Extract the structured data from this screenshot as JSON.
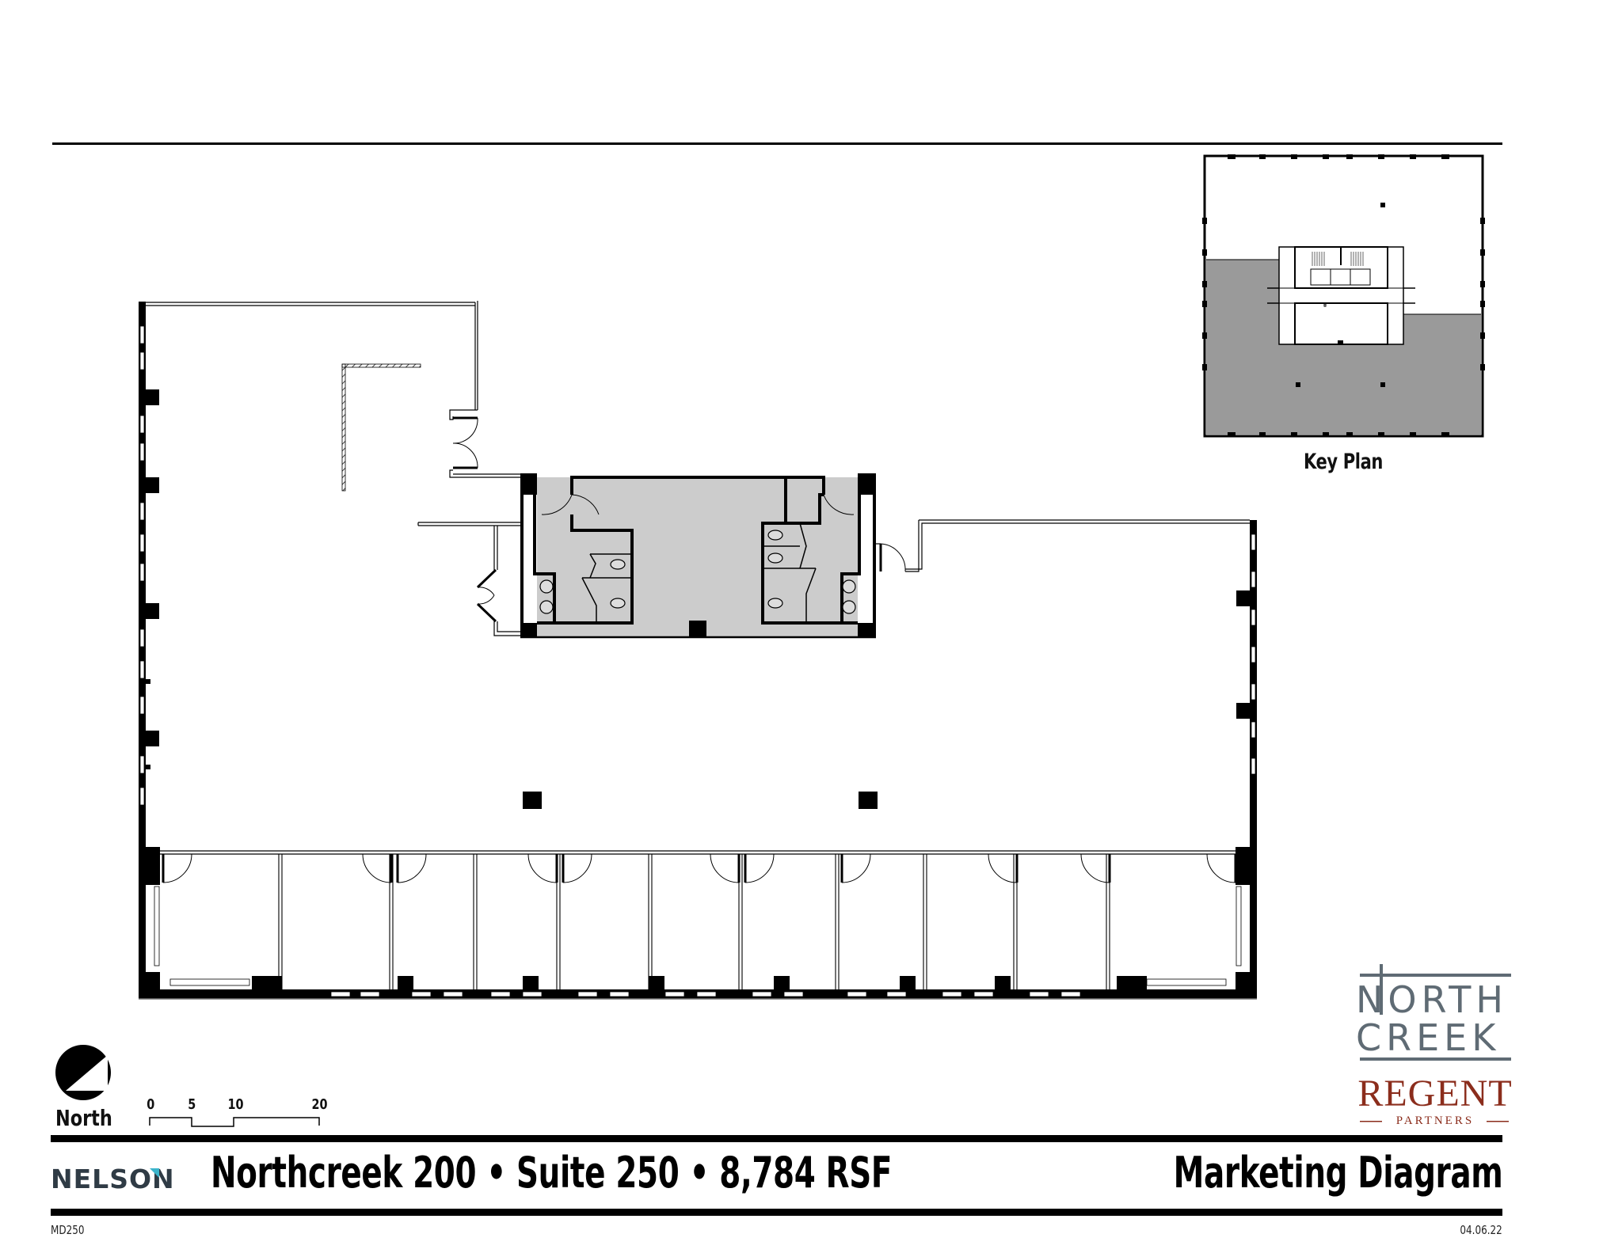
{
  "sheet": {
    "title": "Northcreek 200 • Suite 250 • 8,784 RSF",
    "title_parts": {
      "building": "Northcreek 200",
      "suite": "Suite 250",
      "area": "8,784 RSF"
    },
    "sheet_type": "Marketing Diagram",
    "sheet_code": "MD250",
    "date": "04.06.22"
  },
  "key_plan": {
    "label": "Key Plan",
    "highlight_color": "#9a9a9a"
  },
  "north_arrow": {
    "label": "North",
    "icon": "north-arrow-icon"
  },
  "scale_bar": {
    "ticks": [
      "0",
      "5",
      "10",
      "20"
    ],
    "units": "feet"
  },
  "logos": {
    "architect": "NELSON",
    "architect_color": "#2f3b45",
    "architect_accent": "#3bb4cb",
    "property_line1": "NORTH",
    "property_line2": "CREEK",
    "property_color": "#5f6b74",
    "owner": "REGENT",
    "owner_sub": "PARTNERS",
    "owner_color": "#8b2d1c"
  },
  "plan": {
    "core_fill_color": "#cccccc",
    "wall_color": "#000000",
    "private_offices_count": 10,
    "columns_in_open_area": 2
  }
}
